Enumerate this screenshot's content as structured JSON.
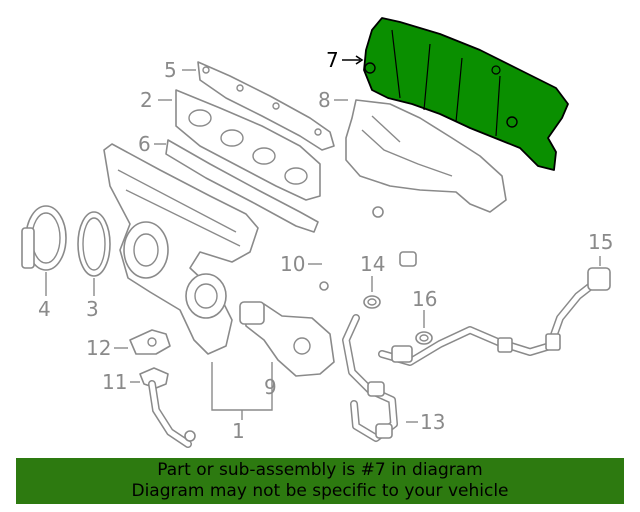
{
  "diagram": {
    "callouts": [
      {
        "id": "1",
        "label": "1"
      },
      {
        "id": "2",
        "label": "2"
      },
      {
        "id": "3",
        "label": "3"
      },
      {
        "id": "4",
        "label": "4"
      },
      {
        "id": "5",
        "label": "5"
      },
      {
        "id": "6",
        "label": "6"
      },
      {
        "id": "7",
        "label": "7",
        "highlighted": true
      },
      {
        "id": "8",
        "label": "8"
      },
      {
        "id": "9",
        "label": "9"
      },
      {
        "id": "10",
        "label": "10"
      },
      {
        "id": "11",
        "label": "11"
      },
      {
        "id": "12",
        "label": "12"
      },
      {
        "id": "13",
        "label": "13"
      },
      {
        "id": "14",
        "label": "14"
      },
      {
        "id": "15",
        "label": "15"
      },
      {
        "id": "16",
        "label": "16"
      }
    ],
    "colors": {
      "highlight_fill": "#0a8f00",
      "outline": "#8a8a8a",
      "banner_bg": "#2d7a10"
    }
  },
  "banner": {
    "line1": "Part or sub-assembly is #7 in diagram",
    "line2": "Diagram may not be specific to your vehicle"
  }
}
